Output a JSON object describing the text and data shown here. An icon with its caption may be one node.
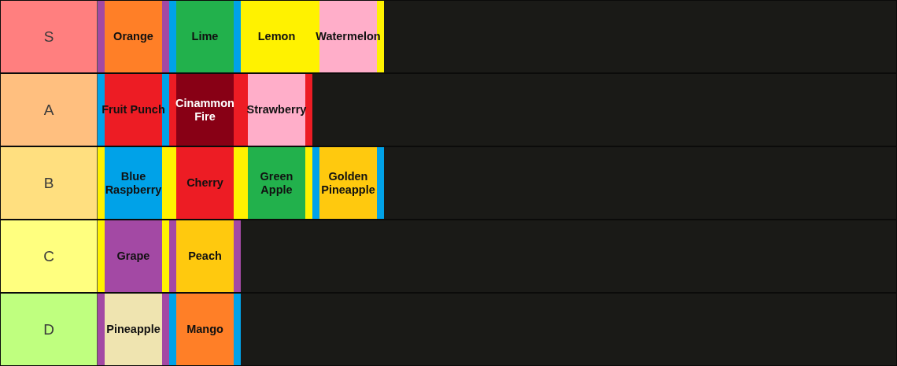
{
  "diagram": {
    "nodes": [
      {
        "text": [
          "S"
        ]
      },
      {
        "text": [
          "Orange"
        ],
        "in": 0
      },
      {
        "text": [
          "Lime"
        ],
        "in": 0
      },
      {
        "text": [
          "Lemon"
        ],
        "in": 0
      },
      {
        "text": [
          "Watermelon"
        ],
        "in": 0
      },
      {
        "text": [
          "A"
        ]
      },
      {
        "text": [
          "Fruit Punch"
        ],
        "in": 5
      },
      {
        "text": [
          "Cinammon Fire"
        ],
        "in": 5
      },
      {
        "text": [
          "Strawberry"
        ],
        "in": 5
      },
      {
        "text": [
          "B"
        ]
      },
      {
        "text": [
          "Blue Raspberry"
        ],
        "in": 9
      },
      {
        "text": [
          "Cherry"
        ],
        "in": 9
      },
      {
        "text": [
          "Green Apple"
        ],
        "in": 9
      },
      {
        "text": [
          "Golden Pineapple"
        ],
        "in": 9
      },
      {
        "text": [
          "C"
        ]
      },
      {
        "text": [
          "Grape"
        ],
        "in": 14
      },
      {
        "text": [
          "Peach"
        ],
        "in": 14
      },
      {
        "text": [
          "D"
        ]
      },
      {
        "text": [
          "Pineapple"
        ],
        "in": 17
      },
      {
        "text": [
          "Mango"
        ],
        "in": 17
      }
    ]
  }
}
